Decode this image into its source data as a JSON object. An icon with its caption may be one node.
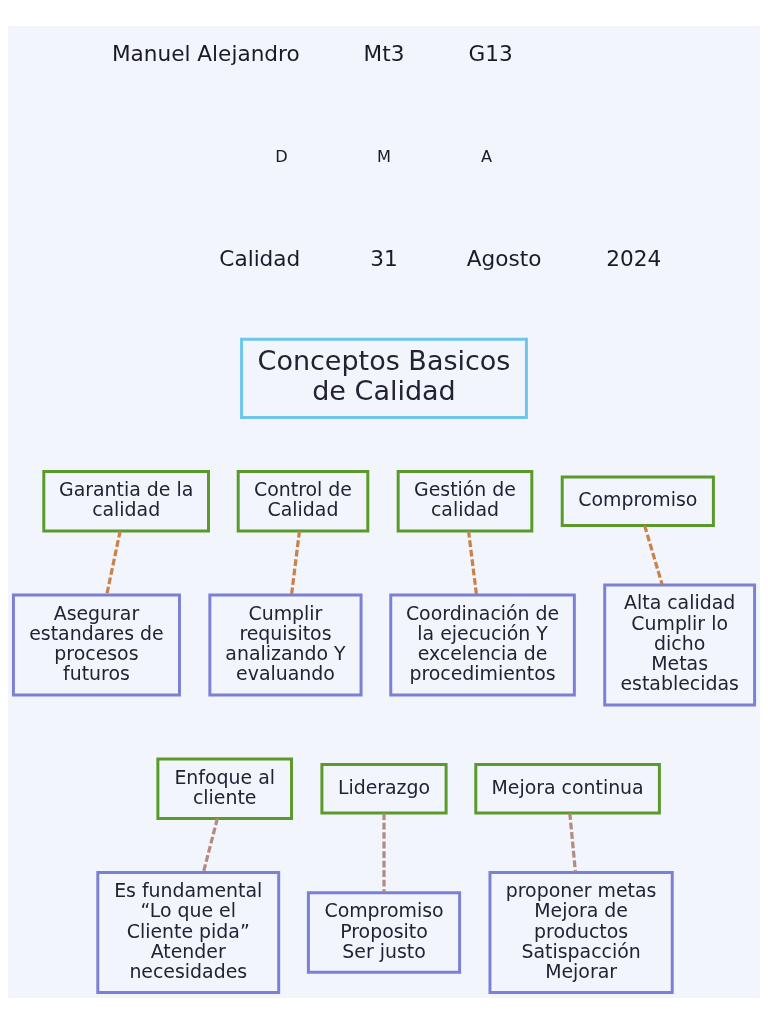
{
  "diagram": {
    "nodes": [
      {
        "text": [
          "Conceptos Basicos de Calidad"
        ]
      },
      {
        "text": [
          "Garantia de la calidad"
        ]
      },
      {
        "text": [
          "Control de Calidad"
        ]
      },
      {
        "text": [
          "Gestión de calidad"
        ]
      },
      {
        "text": [
          "Compromiso"
        ]
      },
      {
        "text": [
          "Asegurar estandares de procesos futuros"
        ]
      },
      {
        "text": [
          "Cumplir requisitos analizando Y evaluando"
        ]
      },
      {
        "text": [
          "Coordinación de la ejecución Y excelencia de procedimientos"
        ]
      },
      {
        "text": [
          "Alta calidad",
          "Cumplir lo dicho",
          "Metas establecidas"
        ]
      },
      {
        "text": [
          "Enfoque al cliente"
        ]
      },
      {
        "text": [
          "Liderazgo"
        ]
      },
      {
        "text": [
          "Mejora continua"
        ]
      },
      {
        "text": [
          "Es fundamental",
          "“Lo que el Cliente pida”",
          "Atender necesidades"
        ]
      },
      {
        "text": [
          "Compromiso",
          "Proposito",
          "Ser justo"
        ]
      },
      {
        "text": [
          "proponer metas",
          "Mejora de productos",
          "Satispacción",
          "Mejorar"
        ]
      }
    ],
    "edges": [
      {
        "from": 1,
        "to": 5,
        "arrow": "none",
        "style": "dashed"
      },
      {
        "from": 2,
        "to": 6,
        "arrow": "none",
        "style": "dashed"
      },
      {
        "from": 3,
        "to": 7,
        "arrow": "none",
        "style": "dashed"
      },
      {
        "from": 4,
        "to": 8,
        "arrow": "none",
        "style": "dashed"
      },
      {
        "from": 9,
        "to": 12,
        "arrow": "none",
        "style": "dashed",
        "color": "#b58a80"
      },
      {
        "from": 10,
        "to": 13,
        "arrow": "none",
        "style": "dashed",
        "color": "#b58a80"
      },
      {
        "from": 11,
        "to": 14,
        "arrow": "none",
        "style": "dashed",
        "color": "#b58a80"
      }
    ],
    "labels": [
      "Manuel Alejandro",
      "Mt3",
      "G13",
      "D",
      "M",
      "A",
      "Calidad",
      "31",
      "Agosto",
      "2024"
    ]
  }
}
